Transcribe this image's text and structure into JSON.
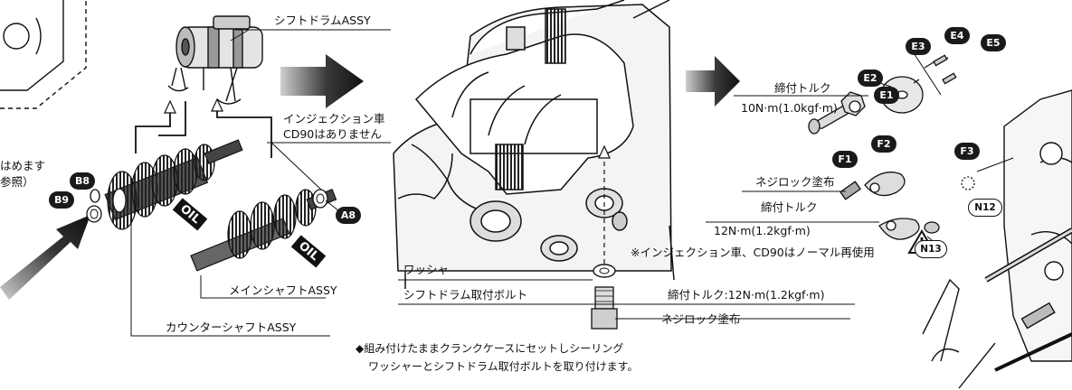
{
  "labels": {
    "shift_drum_assy": "シフトドラムASSY",
    "injection_note_1": "インジェクション車",
    "injection_note_2": "CD90はありません",
    "insert_note_1": "はめます",
    "insert_note_2": "参照）",
    "main_shaft_assy": "メインシャフトASSY",
    "countershaft_assy": "カウンターシャフトASSY",
    "washer": "ワッシャ",
    "drum_bolt": "シフトドラム取付ボルト",
    "torque_bolt": "締付トルク:12N·m(1.2kgf·m)",
    "threadlock_1": "ネジロック塗布",
    "note_assembly_1": "◆組み付けたままクランクケースにセットしシーリング",
    "note_assembly_2": "ワッシャーとシフトドラム取付ボルトを取り付けます。",
    "torque_title_1": "締付トルク",
    "torque_value_1": "10N·m(1.0kgf·m)",
    "threadlock_2": "ネジロック塗布",
    "torque_title_2": "締付トルク",
    "torque_value_2": "12N·m(1.2kgf·m)",
    "reuse_note": "※インジェクション車、CD90はノーマル再使用"
  },
  "badges": {
    "b8": "B8",
    "b9": "B9",
    "a8": "A8",
    "e1": "E1",
    "e2": "E2",
    "e3": "E3",
    "e4": "E4",
    "e5": "E5",
    "f1": "F1",
    "f2": "F2",
    "f3": "F3",
    "n12": "N12",
    "n13": "N13"
  },
  "oil_tags": {
    "tag1": "OIL",
    "tag2": "OIL"
  },
  "icons": [
    "arrow-right-icon",
    "arrow-up-right-icon",
    "warning-icon",
    "hand-illustration"
  ],
  "colors": {
    "arrow_dark": "#1a1a1a",
    "arrow_light": "#9a9a9a",
    "badge": "#1a1a1a"
  }
}
